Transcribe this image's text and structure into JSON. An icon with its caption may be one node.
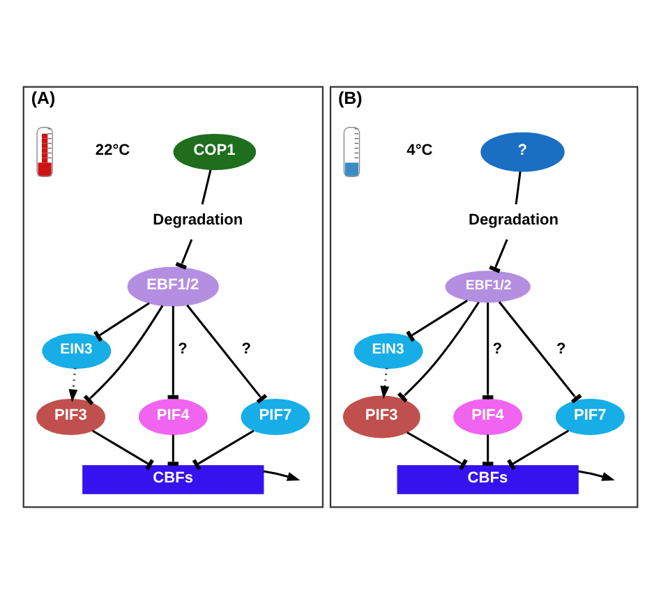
{
  "diagram": {
    "nodes": [
      {
        "text": [
          "(A)"
        ]
      },
      {
        "text": [],
        "shape": "picture",
        "beside": [
          "22°C"
        ],
        "in": 0
      },
      {
        "text": [
          "COP1"
        ],
        "in": 0
      },
      {
        "text": [
          "Degradation"
        ],
        "in": 0
      },
      {
        "text": [
          "EBF1/2"
        ],
        "in": 0
      },
      {
        "text": [
          "EIN3"
        ],
        "in": 0
      },
      {
        "text": [
          "PIF3"
        ],
        "in": 0
      },
      {
        "text": [
          "PIF4"
        ],
        "in": 0
      },
      {
        "text": [
          "PIF7"
        ],
        "in": 0
      },
      {
        "text": [
          "CBFs"
        ],
        "in": 0
      },
      {
        "text": [
          "(B)"
        ]
      },
      {
        "text": [],
        "shape": "picture",
        "beside": [
          "4°C"
        ],
        "in": 10
      },
      {
        "text": [
          "?"
        ],
        "in": 10
      },
      {
        "text": [
          "Degradation"
        ],
        "in": 10
      },
      {
        "text": [
          "EBF1/2"
        ],
        "in": 10
      },
      {
        "text": [
          "EIN3"
        ],
        "in": 10
      },
      {
        "text": [
          "PIF3"
        ],
        "in": 10
      },
      {
        "text": [
          "PIF4"
        ],
        "in": 10
      },
      {
        "text": [
          "PIF7"
        ],
        "in": 10
      },
      {
        "text": [
          "CBFs"
        ],
        "in": 10
      }
    ],
    "edges": [
      {
        "from": 2,
        "to": 3,
        "arrow": "none"
      },
      {
        "from": 3,
        "to": 4,
        "arrow": "other"
      },
      {
        "from": 4,
        "to": 5,
        "arrow": "other"
      },
      {
        "from": 4,
        "to": 6,
        "arrow": "other"
      },
      {
        "from": 4,
        "to": 7,
        "arrow": "other",
        "label": "?"
      },
      {
        "from": 4,
        "to": 8,
        "arrow": "other",
        "label": "?"
      },
      {
        "from": 5,
        "to": 6,
        "arrow": "to",
        "style": "dashed"
      },
      {
        "from": 6,
        "to": 9,
        "arrow": "other"
      },
      {
        "from": 7,
        "to": 9,
        "arrow": "other"
      },
      {
        "from": 8,
        "to": 9,
        "arrow": "other"
      },
      {
        "from": 9,
        "to": null,
        "arrow": "to"
      },
      {
        "from": 12,
        "to": 13,
        "arrow": "none"
      },
      {
        "from": 13,
        "to": 14,
        "arrow": "other"
      },
      {
        "from": 14,
        "to": 15,
        "arrow": "other"
      },
      {
        "from": 14,
        "to": 16,
        "arrow": "other"
      },
      {
        "from": 14,
        "to": 17,
        "arrow": "other",
        "label": "?"
      },
      {
        "from": 14,
        "to": 18,
        "arrow": "other",
        "label": "?"
      },
      {
        "from": 15,
        "to": 16,
        "arrow": "to",
        "style": "dashed"
      },
      {
        "from": 16,
        "to": 19,
        "arrow": "other"
      },
      {
        "from": 17,
        "to": 19,
        "arrow": "other"
      },
      {
        "from": 18,
        "to": 19,
        "arrow": "other"
      },
      {
        "from": 19,
        "to": null,
        "arrow": "to"
      }
    ]
  }
}
